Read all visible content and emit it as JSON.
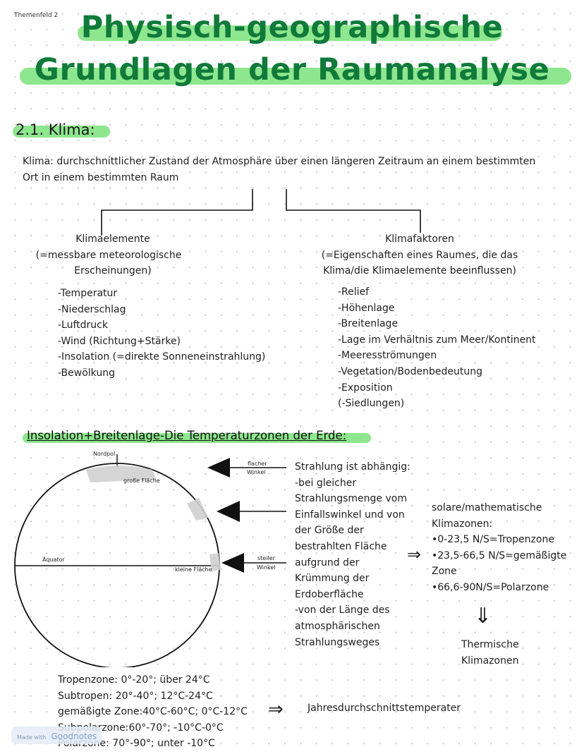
{
  "header": {
    "tag": "Themenfeld 2",
    "title_line1": "Physisch-geographische",
    "title_line2": "Grundlagen der Raumanalyse"
  },
  "section": {
    "heading": "2.1. Klima:"
  },
  "definition": {
    "line1": "Klima: durchschnittlicher Zustand der Atmosphäre über einen längeren Zeitraum an einem bestimmten",
    "line2": "Ort in einem bestimmten Raum"
  },
  "elements": {
    "title": "Klimaelemente",
    "sub1": "(=messbare meteorologische",
    "sub2": "Erscheinungen)",
    "items": [
      "-Temperatur",
      "-Niederschlag",
      "-Luftdruck",
      "-Wind (Richtung+Stärke)",
      "-Insolation (=direkte Sonneneinstrahlung)",
      "-Bewölkung"
    ]
  },
  "factors": {
    "title": "Klimafaktoren",
    "sub1": "(=Eigenschaften eines Raumes, die das",
    "sub2": "Klima/die Klimaelemente beeinflussen)",
    "items": [
      "-Relief",
      "-Höhenlage",
      "-Breitenlage",
      "-Lage im Verhältnis zum Meer/Kontinent",
      "-Meeresströmungen",
      "-Vegetation/Bodenbedeutung",
      "-Exposition",
      "(-Siedlungen)"
    ]
  },
  "insolation": {
    "heading": "Insolation+Breitenlage-Die Temperaturzonen der Erde:",
    "diagram": {
      "nordpol": "Nordpol",
      "grosse_flaeche": "große Fläche",
      "aequator": "Äquator",
      "kleine_flaeche": "kleine Fläche",
      "flacher_1": "flacher",
      "flacher_2": "Winkel",
      "steiler_1": "steiler",
      "steiler_2": "Winkel"
    },
    "explanation": [
      "Strahlung ist abhängig:",
      "-bei gleicher",
      "Strahlungsmenge vom",
      "Einfallswinkel und von",
      "der Größe der",
      "bestrahlten Fläche",
      "aufgrund der",
      "Krümmung der",
      "Erdoberfläche",
      "-von der Länge des",
      "atmosphärischen",
      "Strahlungsweges"
    ],
    "arrow_right": "⇒",
    "zones_title1": "solare/mathematische",
    "zones_title2": "Klimazonen:",
    "zones": [
      "•0-23,5 N/S=Tropenzone",
      "•23,5-66,5 N/S=gemäßigte",
      "Zone",
      "•66,6-90N/S=Polarzone"
    ],
    "arrow_down": "⇓",
    "thermal1": "Thermische",
    "thermal2": "Klimazonen"
  },
  "temperatures": {
    "rows": [
      "Tropenzone: 0°-20°; über 24°C",
      "Subtropen: 20°-40°; 12°C-24°C",
      "gemäßigte Zone:40°C-60°C; 0°C-12°C",
      "Subpolarzone:60°-70°; -10°C-0°C",
      "Polarzone: 70°-90°; unter -10°C"
    ],
    "arrow": "⇒",
    "result": "Jahresdurchschnittstemperater"
  },
  "watermark": {
    "prefix": "Made with",
    "brand": "Goodnotes"
  },
  "colors": {
    "title_green": "#0f7a3a",
    "highlight": "#8ee68e"
  }
}
